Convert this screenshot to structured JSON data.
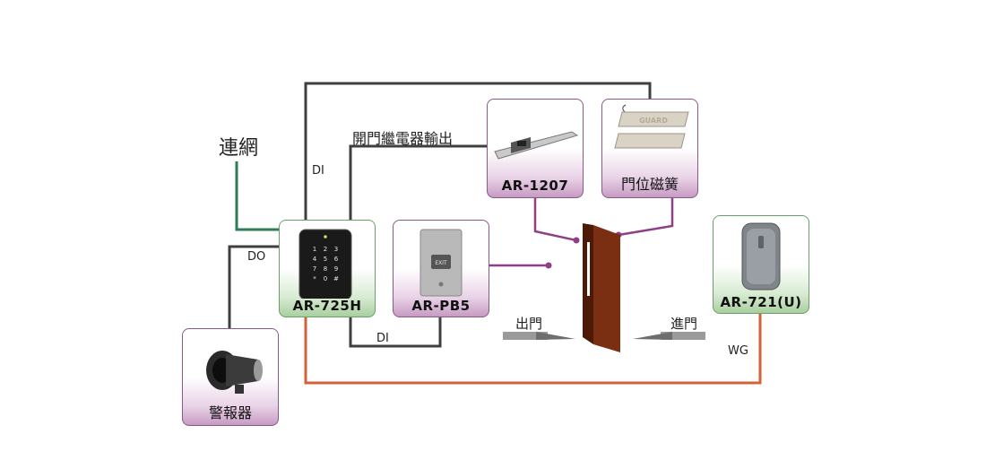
{
  "network_label": "連網",
  "relay_output_label": "開門繼電器輸出",
  "signals": {
    "di_top": "DI",
    "do": "DO",
    "di_bottom": "DI",
    "wg": "WG"
  },
  "devices": {
    "controller": "AR-725H",
    "exit_button": "AR-PB5",
    "exit_button_text": "EXIT",
    "electric_strike": "AR-1207",
    "door_sensor": "門位磁簧",
    "door_sensor_brand": "GUARD",
    "reader": "AR-721(U)",
    "siren": "警報器"
  },
  "keypad_keys": [
    "1",
    "2",
    "3",
    "4",
    "5",
    "6",
    "7",
    "8",
    "9",
    "*",
    "0",
    "#"
  ],
  "directions": {
    "exit": "出門",
    "enter": "進門"
  },
  "colors": {
    "wire_dark": "#3f3f3f",
    "wire_network": "#2e7d57",
    "wire_wiegand": "#d5603a",
    "wire_purple": "#8e3f86",
    "door": "#7a2e12",
    "box_purple": "#8a5a86",
    "box_green": "#6aa06a"
  }
}
